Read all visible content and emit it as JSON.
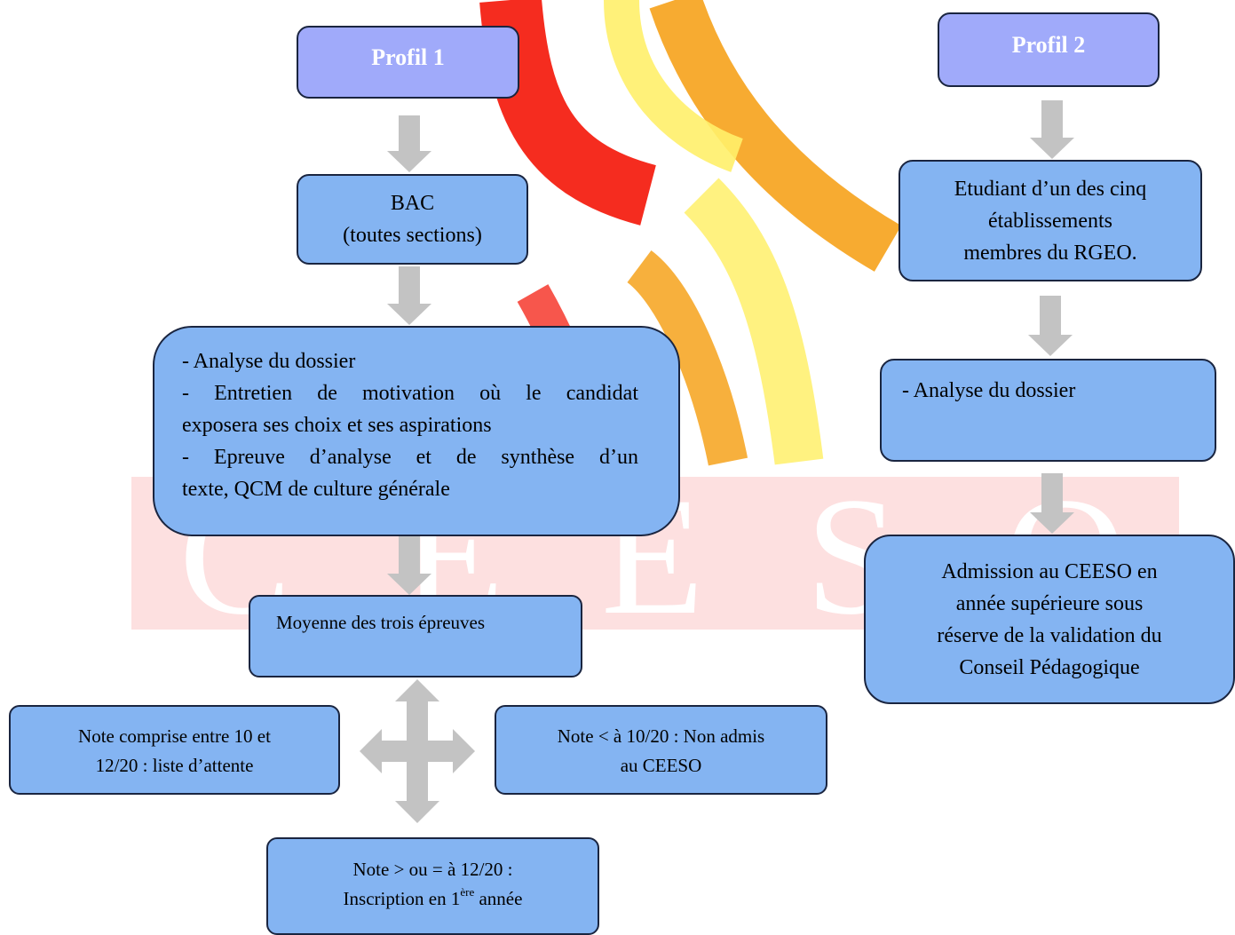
{
  "watermark": {
    "letters": [
      "C",
      "E",
      "E",
      "S",
      "O"
    ],
    "band_color": "#fde0e0",
    "arc_colors": [
      "#f52c1f",
      "#f6a21b",
      "#fff06a"
    ]
  },
  "colors": {
    "box_fill": "#84b4f2",
    "profile_fill": "#a0aafa",
    "border": "#1a2540",
    "arrow": "#c3c3c3"
  },
  "profile1": {
    "title": "Profil 1",
    "bac": {
      "line1": "BAC",
      "line2": "(toutes sections)"
    },
    "criteria": [
      "- Analyse du dossier",
      "- Entretien de motivation où le candidat",
      "exposera ses choix et ses aspirations",
      "- Epreuve d’analyse et de synthèse d’un",
      "texte, QCM de culture générale"
    ],
    "average": "Moyenne des trois épreuves",
    "outcome_waitlist": {
      "line1": "Note comprise entre 10 et",
      "line2": "12/20 : liste d’attente"
    },
    "outcome_rejected": {
      "line1": "Note < à 10/20 : Non admis",
      "line2": "au CEESO"
    },
    "outcome_admitted": {
      "line1": "Note > ou = à 12/20 :",
      "line2_before": "Inscription en 1",
      "line2_sup": "ère",
      "line2_after": " année"
    }
  },
  "profile2": {
    "title": "Profil 2",
    "student": [
      "Etudiant d’un des cinq",
      "établissements",
      "membres du RGEO."
    ],
    "criteria": "- Analyse du dossier",
    "admission": [
      "Admission au CEESO en",
      "année supérieure sous",
      "réserve de la validation du",
      "Conseil Pédagogique"
    ]
  }
}
